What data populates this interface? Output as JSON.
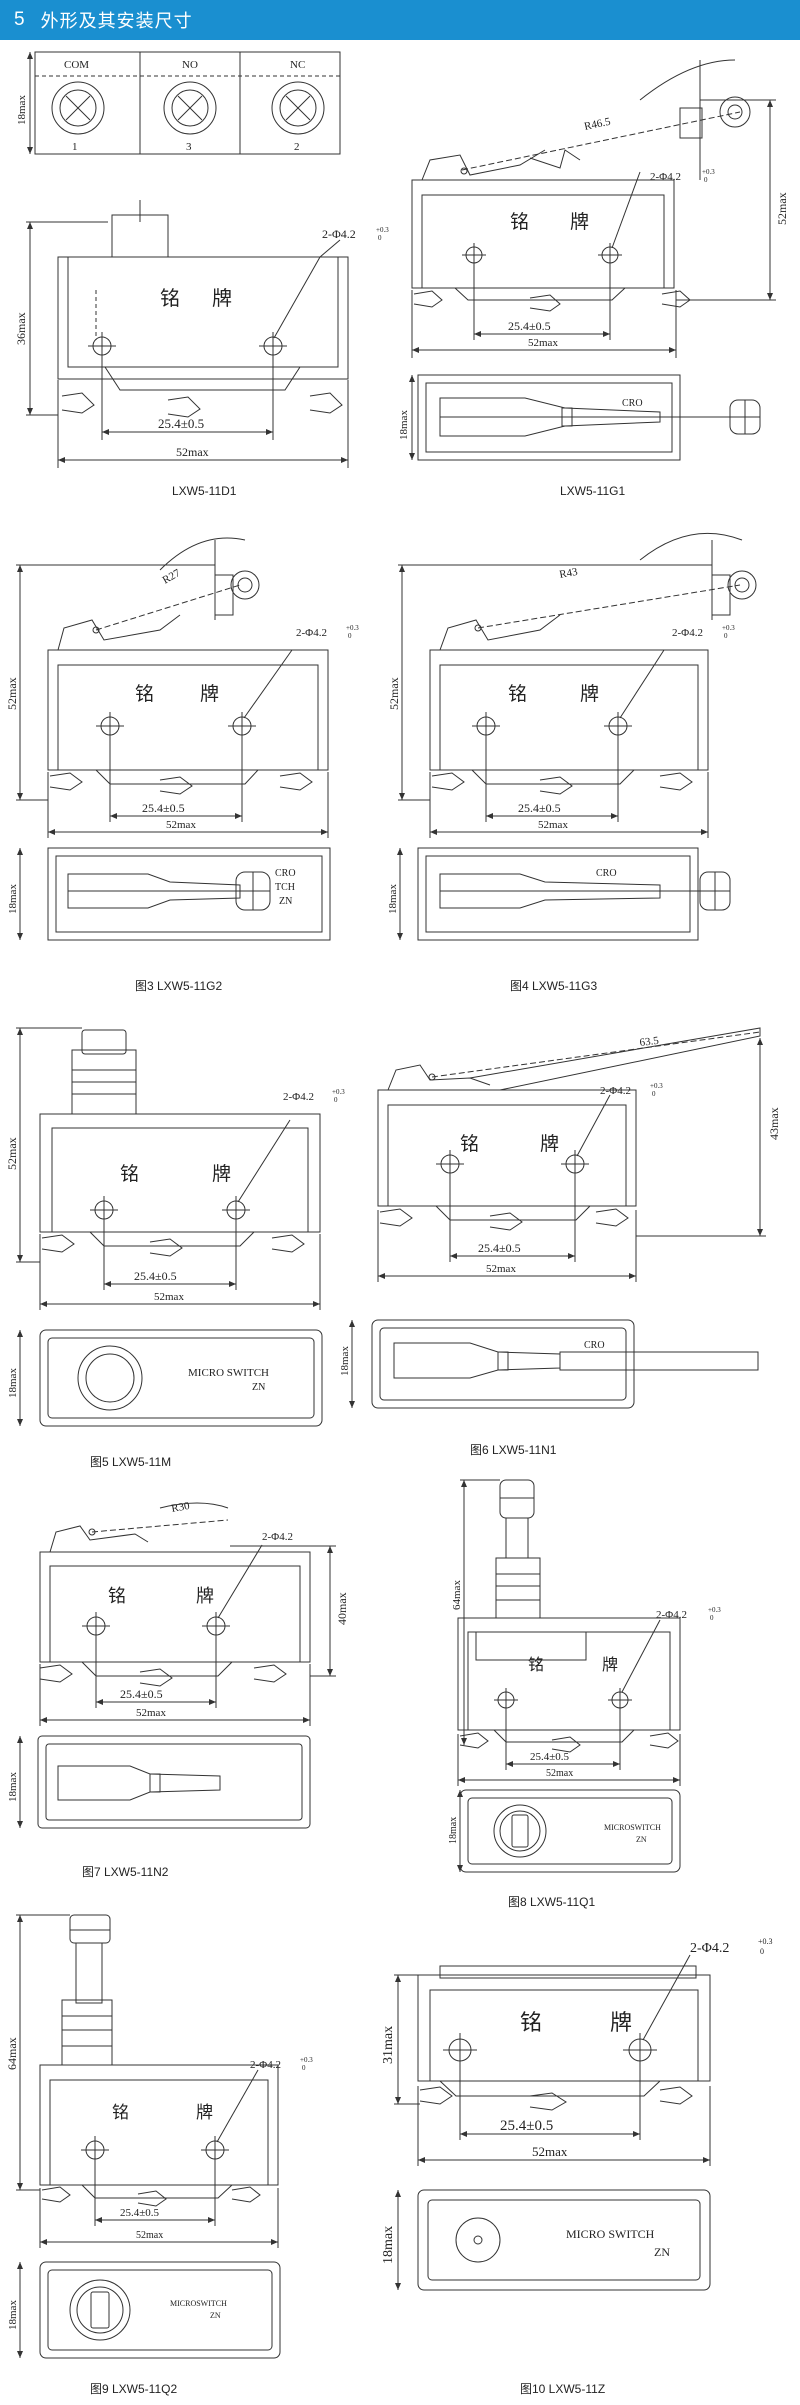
{
  "section": {
    "number": "5",
    "title": "外形及其安装尺寸"
  },
  "common": {
    "nameplate_left": "铭",
    "nameplate_right": "牌",
    "spacing": "25.4±0.5",
    "width": "52max",
    "hole": "2-Φ4.2",
    "hole_tol_upper": "+0.3",
    "hole_tol_lower": "0",
    "h18": "18max"
  },
  "fig1": {
    "caption": "LXW5-11D1",
    "terminals": [
      "COM",
      "NO",
      "NC"
    ],
    "pins": [
      "1",
      "3",
      "2"
    ],
    "height": "36max"
  },
  "fig2": {
    "caption": "LXW5-11G1",
    "radius": "R46.5",
    "height": "52max",
    "label": "CRO"
  },
  "fig3": {
    "caption": "图3  LXW5-11G2",
    "radius": "R27",
    "height": "52max",
    "label_lines": [
      "CRO",
      "TCH",
      "ZN"
    ]
  },
  "fig4": {
    "caption": "图4  LXW5-11G3",
    "radius": "R43",
    "height": "52max",
    "label": "CRO"
  },
  "fig5": {
    "caption": "图5  LXW5-11M",
    "height": "52max",
    "label": "MICRO SWITCH",
    "label2": "ZN"
  },
  "fig6": {
    "caption": "图6  LXW5-11N1",
    "lever": "63.5",
    "height": "43max",
    "label": "CRO"
  },
  "fig7": {
    "caption": "图7  LXW5-11N2",
    "radius": "R30",
    "hole": "2-Φ4.2",
    "height": "40max"
  },
  "fig8": {
    "caption": "图8  LXW5-11Q1",
    "height": "64max",
    "label": "MICROSWITCH",
    "label2": "ZN"
  },
  "fig9": {
    "caption": "图9  LXW5-11Q2",
    "height": "64max",
    "label": "MICROSWITCH",
    "label2": "ZN"
  },
  "fig10": {
    "caption": "图10  LXW5-11Z",
    "height": "31max",
    "label": "MICRO  SWITCH",
    "label2": "ZN"
  }
}
